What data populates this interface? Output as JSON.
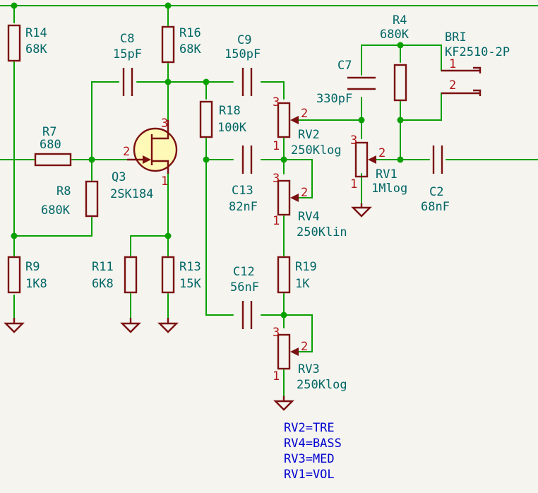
{
  "components": {
    "R14": {
      "ref": "R14",
      "value": "68K"
    },
    "R16": {
      "ref": "R16",
      "value": "68K"
    },
    "C8": {
      "ref": "C8",
      "value": "15pF"
    },
    "C9": {
      "ref": "C9",
      "value": "150pF"
    },
    "R4": {
      "ref": "R4",
      "value": "680K"
    },
    "BR1": {
      "ref": "BRI",
      "value": "KF2510-2P"
    },
    "C7": {
      "ref": "C7",
      "value": "330pF"
    },
    "R18": {
      "ref": "R18",
      "value": "100K"
    },
    "RV2": {
      "ref": "RV2",
      "value": "250Klog"
    },
    "R7": {
      "ref": "R7",
      "value": "680"
    },
    "Q3": {
      "ref": "Q3",
      "value": "2SK184"
    },
    "RV1": {
      "ref": "RV1",
      "value": "1Mlog"
    },
    "C2": {
      "ref": "C2",
      "value": "68nF"
    },
    "R8": {
      "ref": "R8",
      "value": "680K"
    },
    "C13": {
      "ref": "C13",
      "value": "82nF"
    },
    "RV4": {
      "ref": "RV4",
      "value": "250Klin"
    },
    "R9": {
      "ref": "R9",
      "value": "1K8"
    },
    "R11": {
      "ref": "R11",
      "value": "6K8"
    },
    "R13": {
      "ref": "R13",
      "value": "15K"
    },
    "C12": {
      "ref": "C12",
      "value": "56nF"
    },
    "R19": {
      "ref": "R19",
      "value": "1K"
    },
    "RV3": {
      "ref": "RV3",
      "value": "250Klog"
    }
  },
  "pins": {
    "one": "1",
    "two": "2",
    "three": "3"
  },
  "notes": [
    "RV2=TRE",
    "RV4=BASS",
    "RV3=MED",
    "RV1=VOL"
  ]
}
